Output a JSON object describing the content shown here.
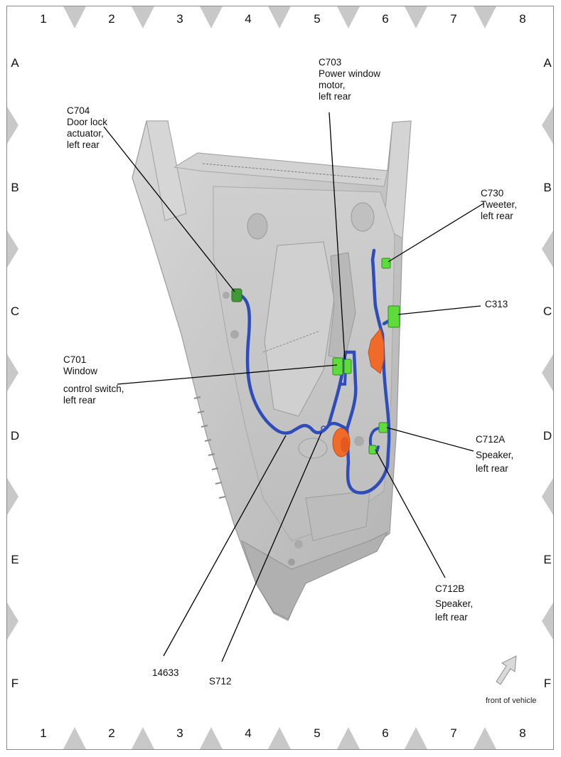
{
  "grid": {
    "columns": [
      "1",
      "2",
      "3",
      "4",
      "5",
      "6",
      "7",
      "8"
    ],
    "rows": [
      "A",
      "B",
      "C",
      "D",
      "E",
      "F"
    ]
  },
  "callouts": {
    "c704": [
      "C704",
      "Door lock",
      "actuator,",
      "left rear"
    ],
    "c703": [
      "C703",
      "Power window",
      "motor,",
      "left rear"
    ],
    "c730": [
      "C730",
      "Tweeter,",
      "left rear"
    ],
    "c313": [
      "C313"
    ],
    "c701": [
      "C701",
      "Window",
      "control switch,",
      "left rear"
    ],
    "c712a": [
      "C712A",
      "Speaker,",
      "left rear"
    ],
    "c712b": [
      "C712B",
      "Speaker,",
      "left rear"
    ],
    "n14633": [
      "14633"
    ],
    "s712": [
      "S712"
    ]
  },
  "orientation": {
    "label": "front of vehicle"
  },
  "colors": {
    "harness": "#2f4db8",
    "connector": "#5ddc3a",
    "connector_dark": "#3f9a35",
    "speaker": "#f06a2a",
    "door_panel": "#c9c9c9",
    "marker": "#c8c8c8"
  }
}
